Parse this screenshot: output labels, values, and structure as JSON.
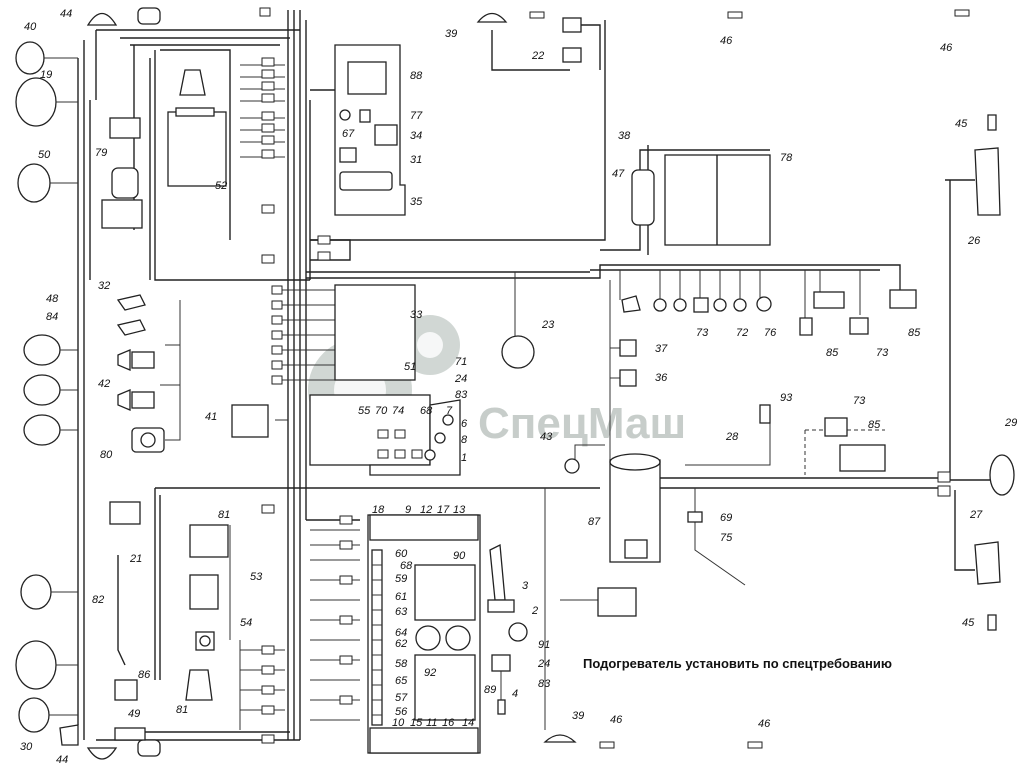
{
  "note": "Подогреватель установить по спецтребованию",
  "watermark": "СпецМаш",
  "labels": {
    "l1": "1",
    "l2": "2",
    "l3": "3",
    "l4": "4",
    "l6": "6",
    "l7": "7",
    "l8": "8",
    "l9": "9",
    "l10": "10",
    "l11": "11",
    "l12": "12",
    "l13": "13",
    "l14": "14",
    "l15": "15",
    "l16": "16",
    "l17": "17",
    "l18": "18",
    "l19": "19",
    "l21": "21",
    "l22": "22",
    "l23": "23",
    "l24a": "24",
    "l24b": "24",
    "l26": "26",
    "l27": "27",
    "l28": "28",
    "l29": "29",
    "l30": "30",
    "l31": "31",
    "l32": "32",
    "l33": "33",
    "l34": "34",
    "l35": "35",
    "l36": "36",
    "l37": "37",
    "l38": "38",
    "l39a": "39",
    "l39b": "39",
    "l40": "40",
    "l41": "41",
    "l42": "42",
    "l43": "43",
    "l44a": "44",
    "l44b": "44",
    "l45a": "45",
    "l45b": "45",
    "l46a": "46",
    "l46b": "46",
    "l46c": "46",
    "l46d": "46",
    "l47": "47",
    "l48": "48",
    "l49": "49",
    "l50": "50",
    "l51": "51",
    "l52": "52",
    "l53": "53",
    "l54": "54",
    "l55": "55",
    "l56": "56",
    "l57": "57",
    "l58": "58",
    "l59": "59",
    "l60": "60",
    "l61": "61",
    "l62": "62",
    "l63": "63",
    "l64": "64",
    "l65": "65",
    "l67": "67",
    "l68a": "68",
    "l68b": "68",
    "l69": "69",
    "l70": "70",
    "l71": "71",
    "l72": "72",
    "l73a": "73",
    "l73b": "73",
    "l73c": "73",
    "l74": "74",
    "l75": "75",
    "l76": "76",
    "l77": "77",
    "l78": "78",
    "l79": "79",
    "l80": "80",
    "l81a": "81",
    "l81b": "81",
    "l82": "82",
    "l83a": "83",
    "l83b": "83",
    "l84": "84",
    "l85a": "85",
    "l85b": "85",
    "l85c": "85",
    "l86": "86",
    "l87": "87",
    "l88": "88",
    "l89": "89",
    "l90": "90",
    "l91": "91",
    "l92": "92",
    "l93": "93"
  }
}
